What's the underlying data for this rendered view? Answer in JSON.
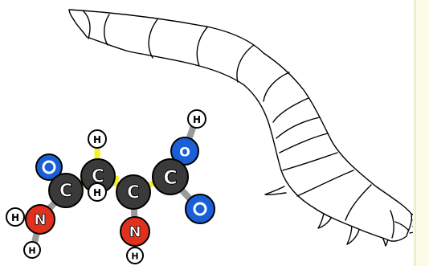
{
  "colors": {
    "background": "#ffffff",
    "carbon": "#3a3a3a",
    "oxygen": "#1a5fd6",
    "nitrogen": "#e0301e",
    "hydrogen": "#ffffff",
    "bond_carbon_hydrogen": "#f2ef2a",
    "bond_other": "#9a9a9a",
    "outline": "#000000",
    "scrollbar_track": "#fbfbe8"
  },
  "molecule": {
    "atoms": [
      {
        "id": "c1",
        "element": "carbon",
        "label": "C"
      },
      {
        "id": "c2",
        "element": "carbon",
        "label": "C"
      },
      {
        "id": "c3",
        "element": "carbon",
        "label": "C"
      },
      {
        "id": "c4",
        "element": "carbon",
        "label": "C"
      },
      {
        "id": "o1",
        "element": "oxygen",
        "label": "O"
      },
      {
        "id": "o2",
        "element": "oxygen",
        "label": "O"
      },
      {
        "id": "o3",
        "element": "oxygen",
        "label": "O"
      },
      {
        "id": "n1",
        "element": "nitrogen",
        "label": "N"
      },
      {
        "id": "n2",
        "element": "nitrogen",
        "label": "N"
      },
      {
        "id": "h1",
        "element": "hydrogen",
        "label": "H"
      },
      {
        "id": "h2",
        "element": "hydrogen",
        "label": "H"
      },
      {
        "id": "h3",
        "element": "hydrogen",
        "label": "H"
      },
      {
        "id": "h4",
        "element": "hydrogen",
        "label": "H"
      },
      {
        "id": "h5",
        "element": "hydrogen",
        "label": "H"
      },
      {
        "id": "h6",
        "element": "hydrogen",
        "label": "H"
      }
    ]
  },
  "larva": {
    "segment_count": 11,
    "leg_count": 3
  }
}
